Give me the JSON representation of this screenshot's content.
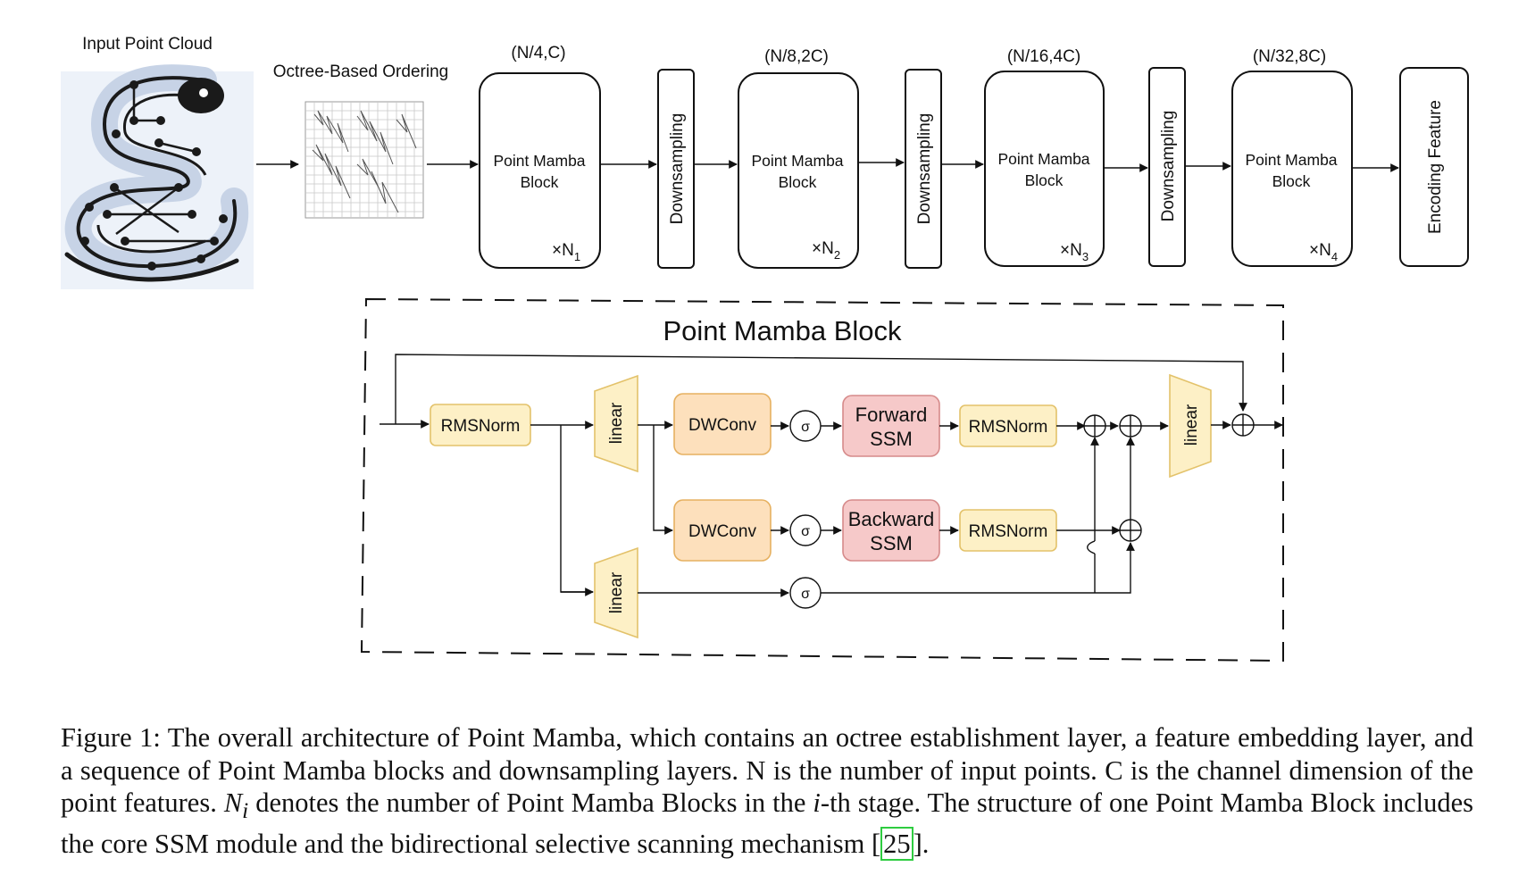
{
  "top": {
    "input_label": "Input Point Cloud",
    "octree_label": "Octree-Based Ordering",
    "stage1_dim": "(N/4,C)",
    "stage2_dim": "(N/8,2C)",
    "stage3_dim": "(N/16,4C)",
    "stage4_dim": "(N/32,8C)",
    "block_line1": "Point Mamba",
    "block_line2": "Block",
    "repeat_prefix": "×N",
    "repeat_subs": [
      "1",
      "2",
      "3",
      "4"
    ],
    "downsampling": "Downsampling",
    "encoding": "Encoding Feature"
  },
  "detail": {
    "title": "Point Mamba Block",
    "rmsnorm": "RMSNorm",
    "linear": "linear",
    "dwconv": "DWConv",
    "sigma": "σ",
    "forward_line1": "Forward",
    "backward_line1": "Backward",
    "ssm": "SSM"
  },
  "caption": {
    "prefix": "Figure 1: The overall architecture of Point Mamba, which contains an octree establishment layer, a feature embedding layer, and a sequence of Point Mamba blocks and downsampling layers. N is the number of input points. C is the channel dimension of the point features.",
    "ni_base": "N",
    "ni_sub": "i",
    "mid": "denotes the number of Point Mamba Blocks in the",
    "i_var": "i",
    "rest": "-th stage. The structure of one Point Mamba Block includes the core SSM module and the bidirectional selective scanning mechanism [",
    "cite": "25",
    "end": "]."
  },
  "colors": {
    "norm_fill": "#fdf0c6",
    "norm_stroke": "#e3c26a",
    "conv_fill": "#fde0bc",
    "conv_stroke": "#e6b060",
    "ssm_fill": "#f6c9c9",
    "ssm_stroke": "#d68a8a",
    "cite_box": "#2ecc40"
  }
}
